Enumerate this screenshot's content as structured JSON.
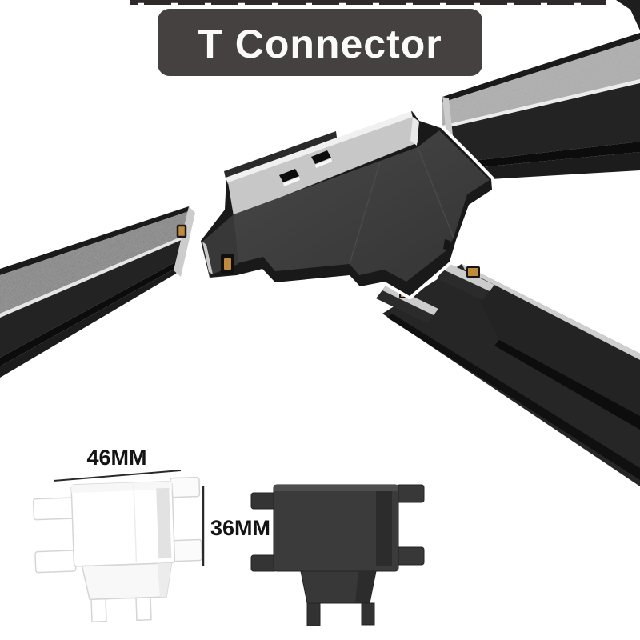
{
  "banner": {
    "label": "T Connector",
    "bg_color": "#454140",
    "text_color": "#fafafa"
  },
  "annotations": {
    "width_label": "46MM",
    "height_label": "36MM",
    "line_color": "#2a2a2a"
  },
  "scene": {
    "rail_color": "#232323",
    "rail_top_gray_left": "#7d7d7d",
    "rail_top_gray_right": "#a8a8a8",
    "end_face_color": "#cccccc",
    "contact_gold": "#c08a3e",
    "connector_top": "#3e3e3e",
    "connector_plate": "#c6c6c6",
    "connector_shadow": "#191919",
    "top_strip_color": "#2d2a29"
  },
  "variants": [
    {
      "name": "white connector",
      "color": "#ffffff"
    },
    {
      "name": "black connector",
      "color": "#3b3b3b"
    }
  ]
}
